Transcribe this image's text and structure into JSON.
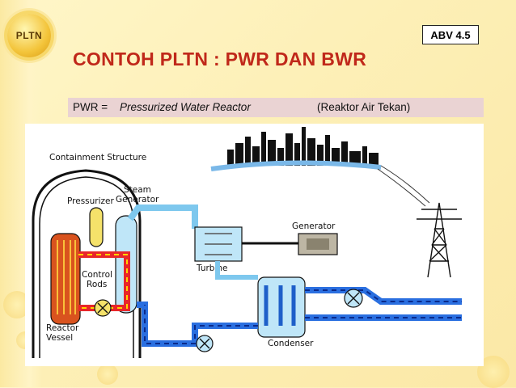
{
  "badge": {
    "text": "PLTN"
  },
  "code": "ABV 4.5",
  "title": "CONTOH PLTN : PWR DAN BWR",
  "definition": {
    "abbr": "PWR =",
    "term": "Pressurized Water Reactor",
    "translation": "(Reaktor Air Tekan)"
  },
  "diagram": {
    "labels": {
      "containment": "Containment Structure",
      "pressurizer": "Pressurizer",
      "steam": "Steam",
      "generator_sg": "Generator",
      "generator": "Generator",
      "turbine": "Turbine",
      "control": "Control",
      "rods": "Rods",
      "reactor": "Reactor",
      "vessel": "Vessel",
      "condenser": "Condenser"
    },
    "colors": {
      "hot": "#e8262a",
      "hot_stripe": "#ffd400",
      "cold": "#2a6fe0",
      "cold_stripe": "#0a2a8a",
      "water": "#bfe6f8"
    }
  }
}
